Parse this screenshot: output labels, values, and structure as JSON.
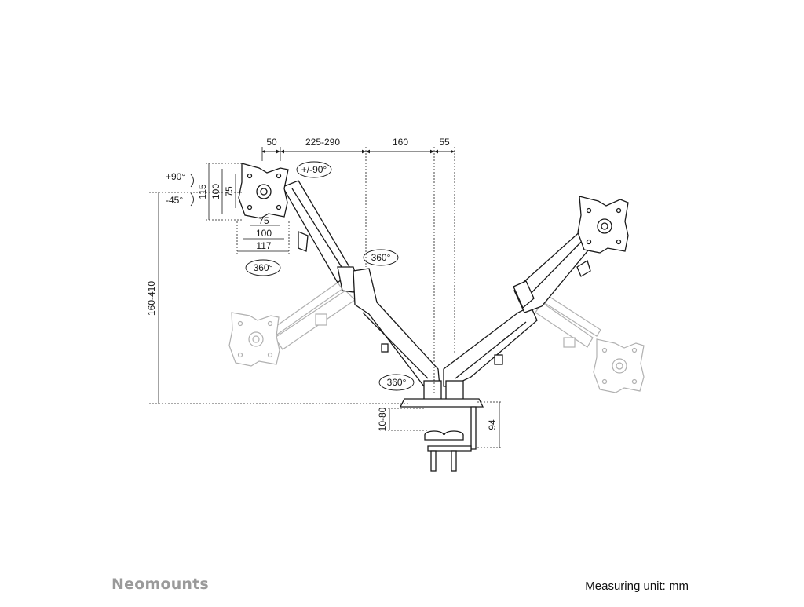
{
  "brand": "Neomounts",
  "measuring_unit": "Measuring unit: mm",
  "dimensions": {
    "top": [
      "50",
      "225-290",
      "160",
      "55"
    ],
    "tilt_up": "+90°",
    "tilt_down": "-45°",
    "vesa_vertical": [
      "115",
      "100",
      "75"
    ],
    "vesa_horizontal": [
      "75",
      "100",
      "117"
    ],
    "rotation": "+/-90°",
    "swivel_1": "360°",
    "swivel_2": "360°",
    "swivel_3": "360°",
    "height_range": "160-410",
    "desk_thickness": "10-80",
    "clamp_height": "94"
  },
  "colors": {
    "line": "#1a1a1a",
    "ghost": "#9a9a9a",
    "brand": "#9a9a9a"
  }
}
